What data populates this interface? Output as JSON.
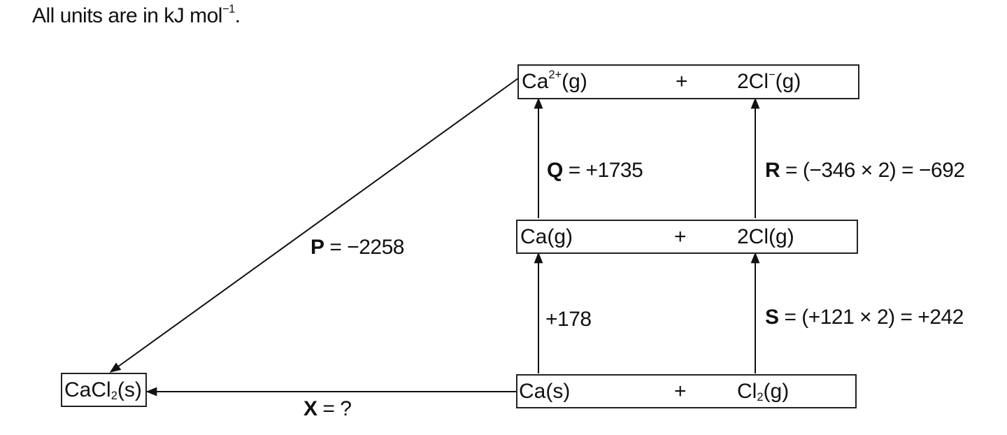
{
  "header": {
    "units_prefix": "All units are in kJ mol",
    "units_exp": "−1",
    "units_suffix": "."
  },
  "levels": {
    "ions": {
      "left": "Ca",
      "left_sup": "2+",
      "left_state": "(g)",
      "plus": "+",
      "right": "2Cl",
      "right_sup": "−",
      "right_state": "(g)"
    },
    "atoms": {
      "left": "Ca(g)",
      "plus": "+",
      "right": "2Cl(g)"
    },
    "elements": {
      "left": "Ca(s)",
      "plus": "+",
      "right_a": "Cl",
      "right_sub": "2",
      "right_b": "(g)"
    },
    "product": {
      "a": "CaCl",
      "sub": "2",
      "b": "(s)"
    }
  },
  "steps": {
    "P": {
      "symbol": "P",
      "value": "= −2258"
    },
    "Q": {
      "symbol": "Q",
      "value": "= +1735"
    },
    "R": {
      "symbol": "R",
      "value": "= (−346 × 2) = −692"
    },
    "S": {
      "symbol": "S",
      "value": "= (+121 × 2) = +242"
    },
    "atomisation_ca": {
      "value": "+178"
    },
    "X": {
      "symbol": "X",
      "value": "= ?"
    }
  }
}
